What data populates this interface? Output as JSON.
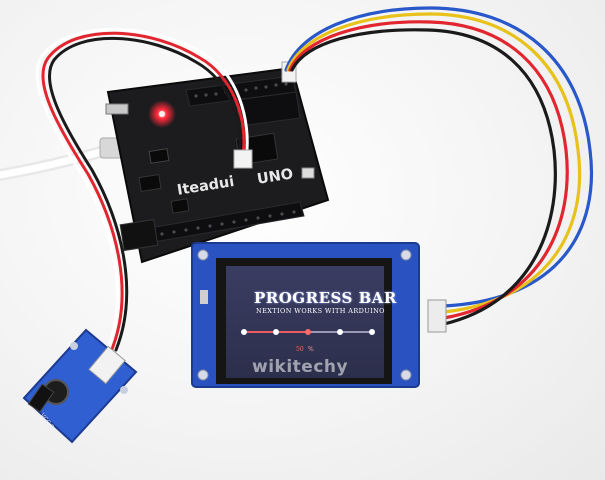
{
  "arduino": {
    "label_left": "Iteadui",
    "label_right": "UNO"
  },
  "nextion": {
    "title": "PROGRESS BAR",
    "subtitle": "NEXTION WORKS WITH ARDUINO",
    "value": "50",
    "unit": "%"
  },
  "watermark": {
    "text": "wikitechy"
  },
  "potentiometer": {
    "label": "VCC S"
  },
  "colors": {
    "board": "#1c1c1f",
    "screen_pcb": "#2a52c0",
    "lcd_background": "#36395a",
    "wire_red": "#e2262f",
    "wire_black": "#1a1a1a",
    "wire_yellow": "#e8c21b",
    "wire_blue": "#2858c9",
    "led": "#ff2a3a"
  }
}
